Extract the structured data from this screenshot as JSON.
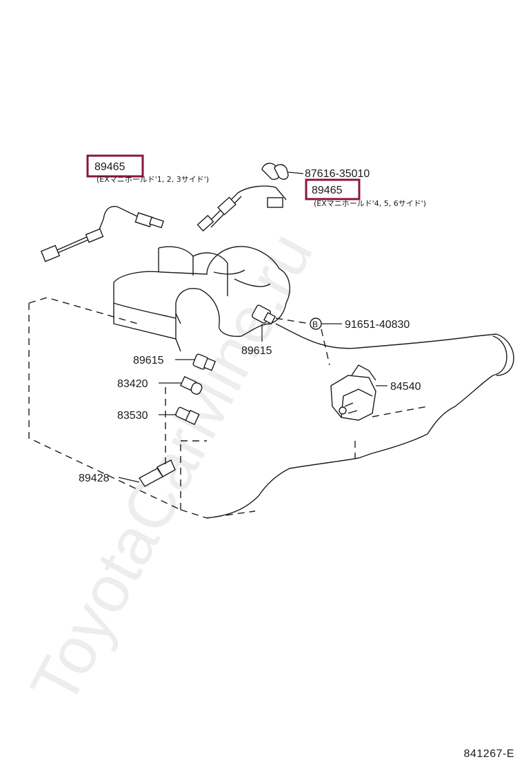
{
  "diagram_code": "841267-E",
  "watermark": "ToyotaCarMine.ru",
  "highlight_color": "#8b1538",
  "parts": {
    "o2_sensor_left": {
      "number": "89465",
      "note": "(EXマニホールド'1, 2, 3サイド')"
    },
    "o2_sensor_right": {
      "number": "89465",
      "note": "(EXマニホールド'4, 5, 6サイド')"
    },
    "clamp": {
      "number": "87616-35010"
    },
    "sensor_89615_top": {
      "number": "89615"
    },
    "sensor_89615_left": {
      "number": "89615"
    },
    "bolt": {
      "number": "91651-40830"
    },
    "switch_84540": {
      "number": "84540"
    },
    "sensor_83420": {
      "number": "83420"
    },
    "switch_83530": {
      "number": "83530"
    },
    "sensor_89428": {
      "number": "89428"
    }
  }
}
